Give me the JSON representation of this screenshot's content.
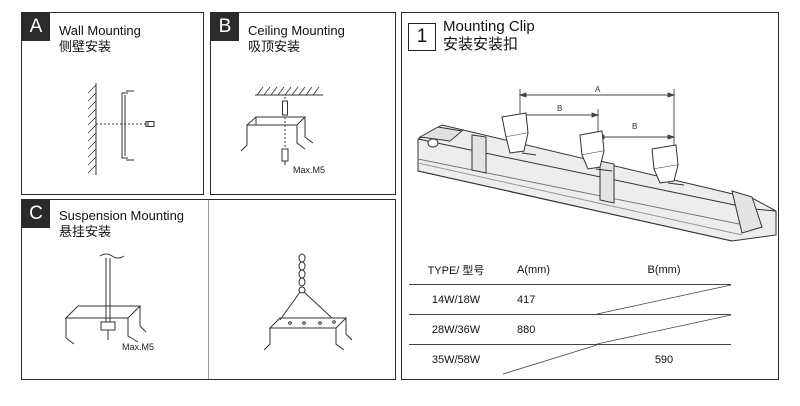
{
  "panels": {
    "a": {
      "badge": "A",
      "title_en": "Wall Mounting",
      "title_cn": "侧壁安装"
    },
    "b": {
      "badge": "B",
      "title_en": "Ceiling Mounting",
      "title_cn": "吸顶安装",
      "screw_label": "Max.M5"
    },
    "c": {
      "badge": "C",
      "title_en": "Suspension Mounting",
      "title_cn": "悬挂安装",
      "screw_label": "Max.M5"
    },
    "clip": {
      "badge": "1",
      "title_en": "Mounting Clip",
      "title_cn": "安装安装扣",
      "dim_a": "A",
      "dim_b1": "B",
      "dim_b2": "B"
    }
  },
  "spec_table": {
    "headers": [
      "TYPE/ 型号",
      "A(mm)",
      "B(mm)"
    ],
    "rows": [
      {
        "type": "14W/18W",
        "a": "417",
        "b": ""
      },
      {
        "type": "28W/36W",
        "a": "880",
        "b": ""
      },
      {
        "type": "35W/58W",
        "a": "",
        "b": "590"
      }
    ]
  }
}
